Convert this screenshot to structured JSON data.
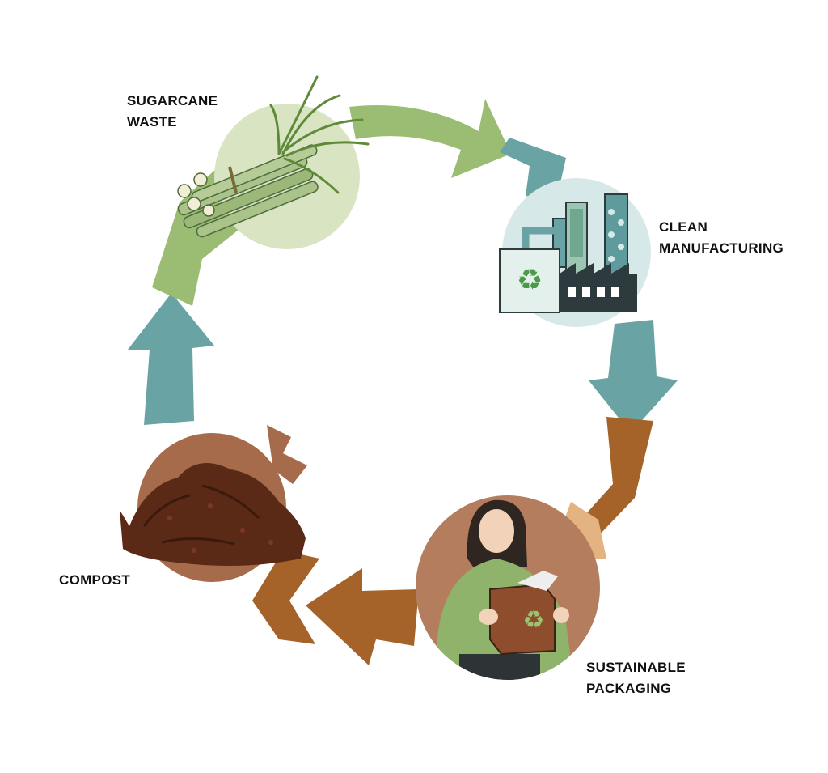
{
  "diagram": {
    "type": "cycle",
    "stages": [
      {
        "id": "sugarcane",
        "label": "SUGARCANE\nWASTE",
        "icon": "sugarcane-bundle-icon",
        "color": "#8fb36a"
      },
      {
        "id": "manufacturing",
        "label": "CLEAN\nMANUFACTURING",
        "icon": "factory-icon",
        "color": "#6aa3a4"
      },
      {
        "id": "packaging",
        "label": "SUSTAINABLE\nPACKAGING",
        "icon": "person-with-recycle-box-icon",
        "color": "#a8652a"
      },
      {
        "id": "compost",
        "label": "COMPOST",
        "icon": "compost-pile-icon",
        "color": "#6b3219"
      }
    ],
    "arrow_colors": {
      "green": "#9bbd73",
      "teal": "#6aa3a4",
      "brown": "#a5632a",
      "tan": "#e3b482"
    }
  }
}
